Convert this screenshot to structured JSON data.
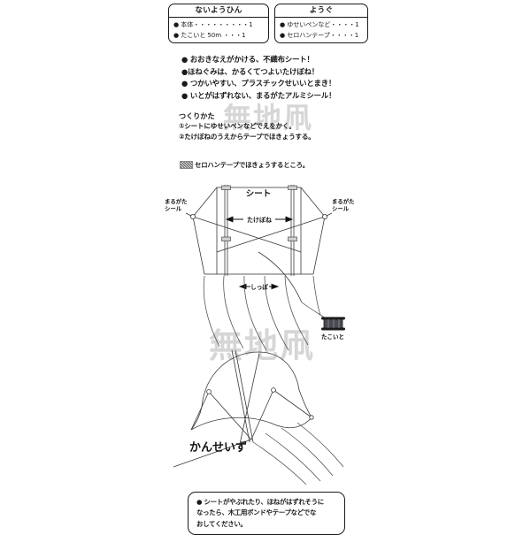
{
  "spec_boxes": [
    {
      "title": "ないようひん",
      "items": [
        "● 本体・・・・・・・・・1",
        "● たこいと 50m ・・・1"
      ]
    },
    {
      "title": "ようぐ",
      "items": [
        "● ゆせいペンなど・・・・1",
        "● セロハンテープ・・・・1"
      ]
    }
  ],
  "features": [
    "● おおきなえがかける、不織布シート！",
    "●ほねぐみは、かるくてつよいたけぼね！",
    "● つかいやすい、プラスチックせいいとまき！",
    "● いとがはずれない、まるがたアルミシール！"
  ],
  "howto": {
    "title": "つくりかた",
    "steps": [
      "①シートにゆせいペンなどでえをかく。",
      "②たけぼねのうえからテープでほきょうする。"
    ]
  },
  "legend": {
    "swatch_name": "hatched-tape-swatch",
    "text": "セロハンテープでほきょうするところ。"
  },
  "diagram": {
    "sheet_label": "シート",
    "seal_label_left": "まるがた\nシール",
    "seal_label_left_line1": "まるがた",
    "seal_label_left_line2": "シール",
    "seal_label_right_line1": "まるがた",
    "seal_label_right_line2": "シール",
    "spine_label": "たけぼね",
    "tail_label": "しっぽ",
    "string_label": "たこいと",
    "finished_label": "かんせいず"
  },
  "watermarks": [
    "無地凧",
    "無地凧"
  ],
  "caution": {
    "lines": [
      "● シートがやぶれたり、ほねがはずれそうに",
      "なったら、木工用ボンドやテープなどでな",
      "おしてください。"
    ]
  },
  "colors": {
    "ink": "#1a1a1a",
    "line": "#3a3a3a",
    "watermark": "#c9c9c9",
    "spool_body": "#4a4a52",
    "paper": "#ffffff"
  }
}
